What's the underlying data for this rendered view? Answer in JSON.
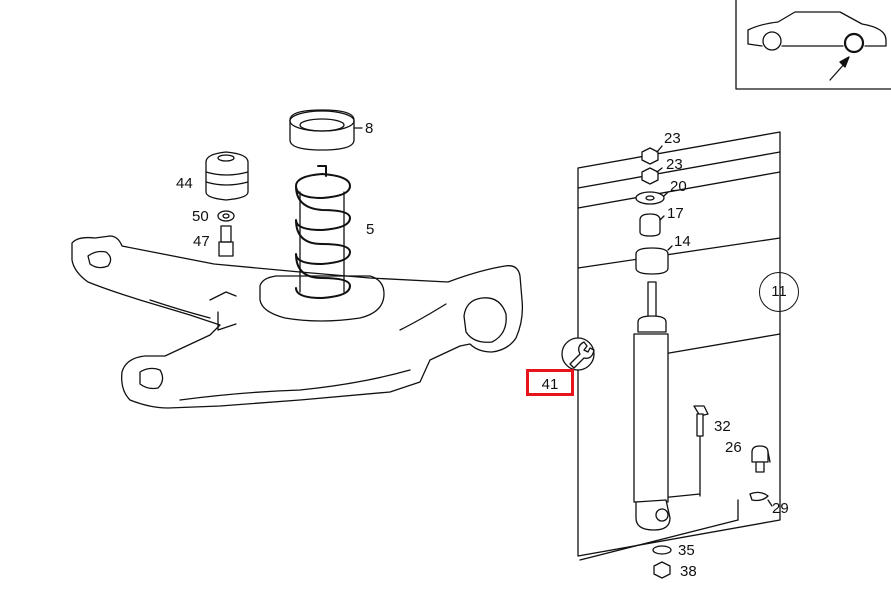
{
  "callouts": {
    "spring_seat": "8",
    "rubber_stop": "44",
    "washer": "50",
    "bolt": "47",
    "coil_spring": "5",
    "top_nut_1": "23",
    "top_nut_2": "23",
    "top_washer": "20",
    "upper_bushing": "17",
    "lower_bushing": "14",
    "kit_ref": "11",
    "shock_absorber_ref": "41",
    "mount_bolt": "32",
    "bolt_26": "26",
    "clip_29": "29",
    "washer_35": "35",
    "nut_38": "38"
  },
  "colors": {
    "highlight": "#e8141c",
    "line": "#111111"
  },
  "icons": {
    "tool": "wrench-icon",
    "locator": "car-locator-icon"
  }
}
